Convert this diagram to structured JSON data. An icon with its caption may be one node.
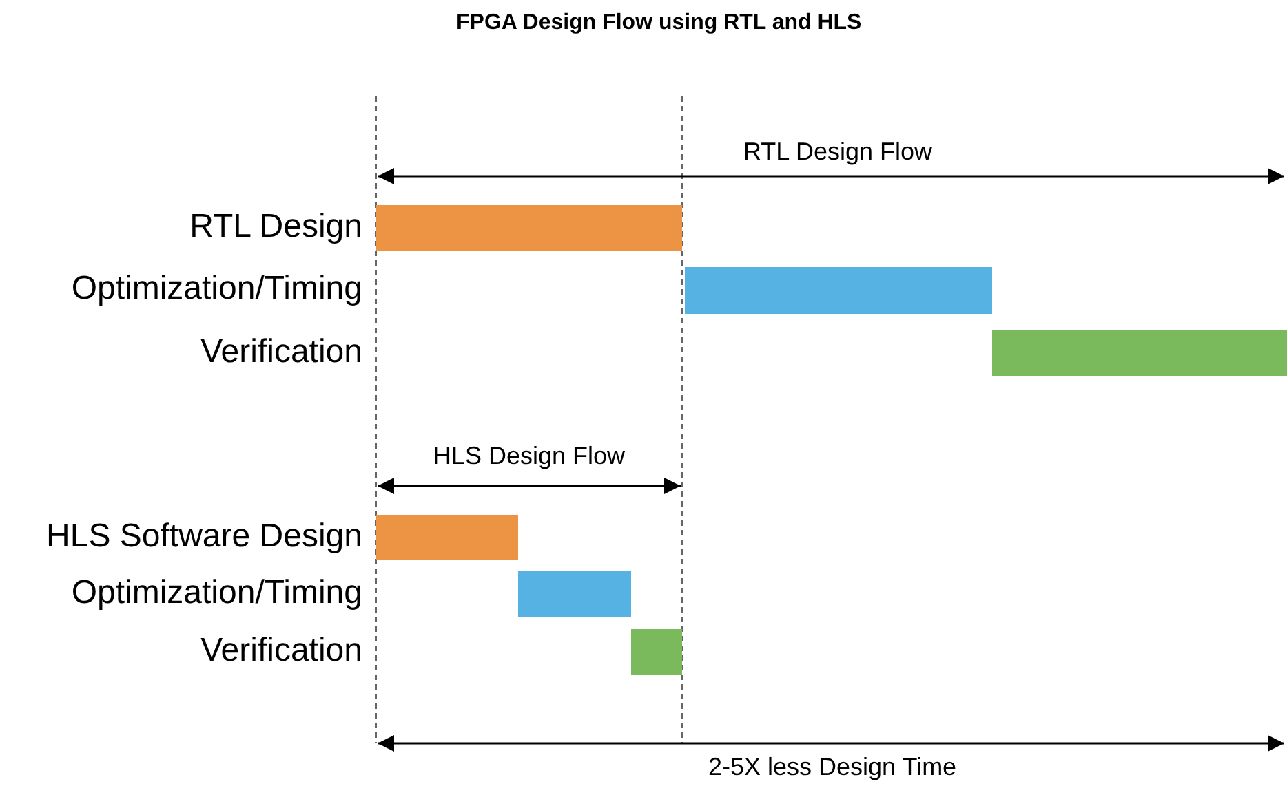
{
  "diagram": {
    "title": "FPGA Design Flow using RTL and HLS",
    "nodes": [
      {
        "text": [],
        "shape": "bar"
      },
      {
        "text": [],
        "shape": "bar"
      },
      {
        "text": [],
        "shape": "bar"
      },
      {
        "text": [],
        "shape": "bar"
      },
      {
        "text": [],
        "shape": "bar"
      },
      {
        "text": [],
        "shape": "bar"
      }
    ],
    "labels": [
      "RTL Design Flow",
      "RTL Design",
      "Optimization/Timing",
      "Verification",
      "HLS Design Flow",
      "HLS Software Design",
      "Optimization/Timing",
      "Verification",
      "2-5X less Design Time"
    ]
  }
}
